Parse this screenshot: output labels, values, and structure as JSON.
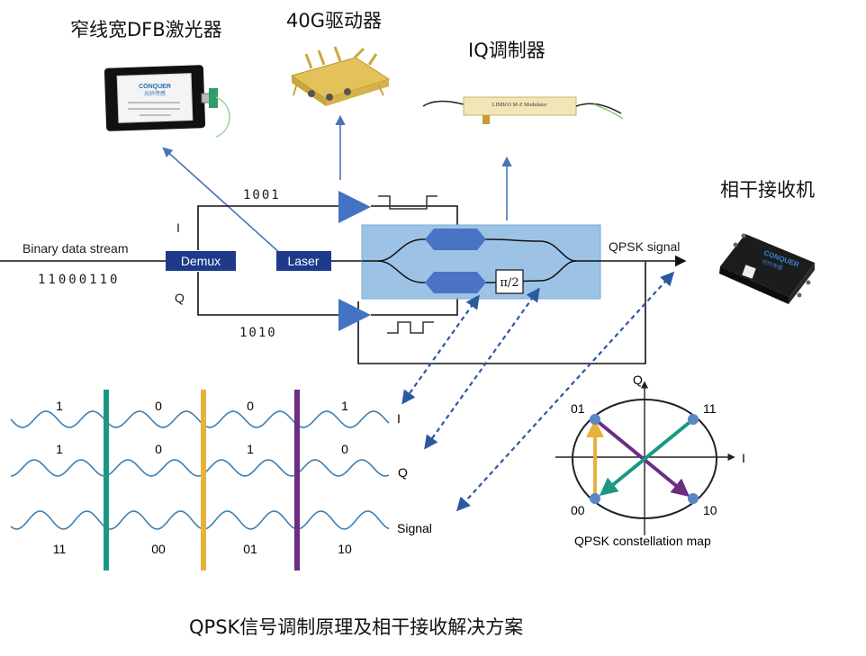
{
  "products": {
    "laser_title": "窄线宽DFB激光器",
    "driver_title": "40G驱动器",
    "modulator_title": "IQ调制器",
    "receiver_title": "相干接收机",
    "laser_brand_line1": "CONQUER",
    "laser_brand_line2": "光纤传感",
    "modulator_text": "LINBO3 M-Z Modulator",
    "receiver_brand_line1": "CONQUER",
    "receiver_brand_line2": "光纤传感"
  },
  "modulator": {
    "input_label": "Binary data stream",
    "input_bits": "11000110",
    "demux_label": "Demux",
    "laser_label": "Laser",
    "i_label": "I",
    "q_label": "Q",
    "i_bits": "1001",
    "q_bits": "1010",
    "phase_label": "π/2",
    "output_label": "QPSK signal"
  },
  "waves": {
    "i_label": "I",
    "q_label": "Q",
    "signal_label": "Signal",
    "i_bits": [
      "1",
      "0",
      "0",
      "1"
    ],
    "q_bits": [
      "1",
      "0",
      "1",
      "0"
    ],
    "symbols": [
      "11",
      "00",
      "01",
      "10"
    ],
    "colors": {
      "wave": "#3f7fb0",
      "bar1": "#1a9883",
      "bar2": "#e8b23a",
      "bar3": "#6b2d82"
    }
  },
  "constellation": {
    "q_axis": "Q",
    "i_axis": "I",
    "points": [
      "01",
      "11",
      "00",
      "10"
    ],
    "caption": "QPSK constellation map"
  },
  "caption": "QPSK信号调制原理及相干接收解决方案",
  "colors": {
    "box_blue": "#9cc3e6",
    "demux_navy": "#1f3a8a",
    "amp_blue": "#4573c4",
    "arrow_blue": "#4a74b8",
    "dashed_arrow": "#2c5aa0"
  }
}
